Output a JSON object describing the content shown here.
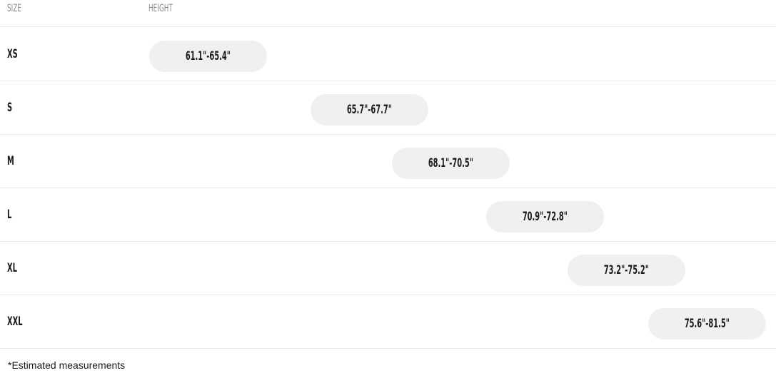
{
  "table": {
    "headers": {
      "size": "SIZE",
      "height": "HEIGHT"
    },
    "rows": [
      {
        "size": "XS",
        "range": "61.1\"-65.4\""
      },
      {
        "size": "S",
        "range": "65.7\"-67.7\""
      },
      {
        "size": "M",
        "range": "68.1\"-70.5\""
      },
      {
        "size": "L",
        "range": "70.9\"-72.8\""
      },
      {
        "size": "XL",
        "range": "73.2\"-75.2\""
      },
      {
        "size": "XXL",
        "range": "75.6\"-81.5\""
      }
    ]
  },
  "footnote": "*Estimated measurements",
  "colors": {
    "pill_background": "#f0f0f0",
    "divider": "#e8e8e8",
    "header_text": "#8a8a8a",
    "text": "#1a1a1a"
  }
}
